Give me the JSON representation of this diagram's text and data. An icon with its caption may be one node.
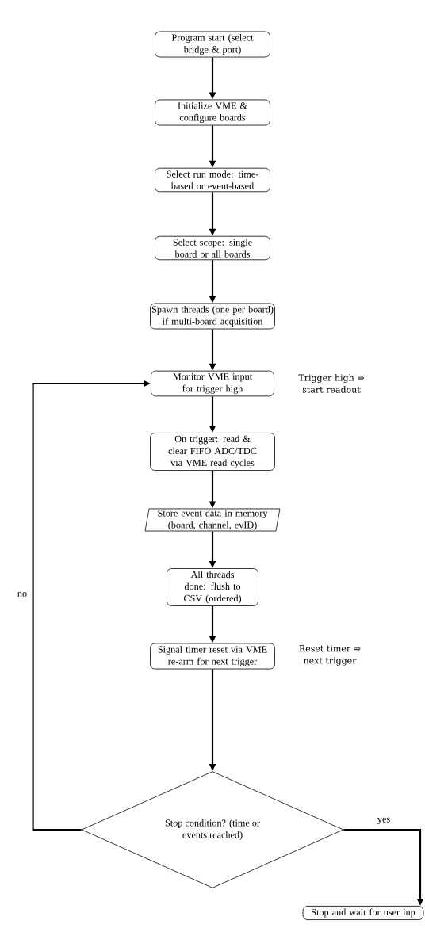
{
  "diagram": {
    "nodes": [
      {
        "text": [
          "Program start (select bridge & port)"
        ]
      },
      {
        "text": [
          "Initialize VME & configure boards"
        ]
      },
      {
        "text": [
          "Select run mode: time-based or event-based"
        ]
      },
      {
        "text": [
          "Select scope: single board or all boards"
        ]
      },
      {
        "text": [
          "Spawn threads (one per board) if multi-board acquisition"
        ]
      },
      {
        "text": [
          "Monitor VME input for trigger high"
        ],
        "beside": [
          "Trigger high ⇒ start readout"
        ]
      },
      {
        "text": [
          "On trigger: read & clear FIFO ADC/TDC via VME read cycles"
        ]
      },
      {
        "text": [
          "Store event data in memory (board, channel, evID)"
        ]
      },
      {
        "text": [
          "All threads done: flush to CSV (ordered)"
        ]
      },
      {
        "text": [
          "Signal timer reset via VME re-arm for next trigger"
        ],
        "beside": [
          "Reset timer ⇒ next trigger"
        ]
      },
      {
        "text": [
          "Stop condition? (time or events reached)"
        ]
      },
      {
        "text": [
          "Stop and wait for user inp"
        ]
      }
    ],
    "edges": [
      {
        "from": 0,
        "to": 1,
        "arrow": "to"
      },
      {
        "from": 1,
        "to": 2,
        "arrow": "to"
      },
      {
        "from": 2,
        "to": 3,
        "arrow": "to"
      },
      {
        "from": 3,
        "to": 4,
        "arrow": "to"
      },
      {
        "from": 4,
        "to": 5,
        "arrow": "to"
      },
      {
        "from": 5,
        "to": 6,
        "arrow": "to"
      },
      {
        "from": 6,
        "to": 7,
        "arrow": "to"
      },
      {
        "from": 7,
        "to": 8,
        "arrow": "to"
      },
      {
        "from": 8,
        "to": 9,
        "arrow": "to"
      },
      {
        "from": 9,
        "to": 10,
        "arrow": "to"
      },
      {
        "from": 10,
        "to": 5,
        "arrow": "to",
        "label": "no"
      },
      {
        "from": 10,
        "to": 11,
        "arrow": "to",
        "label": "yes"
      }
    ]
  }
}
